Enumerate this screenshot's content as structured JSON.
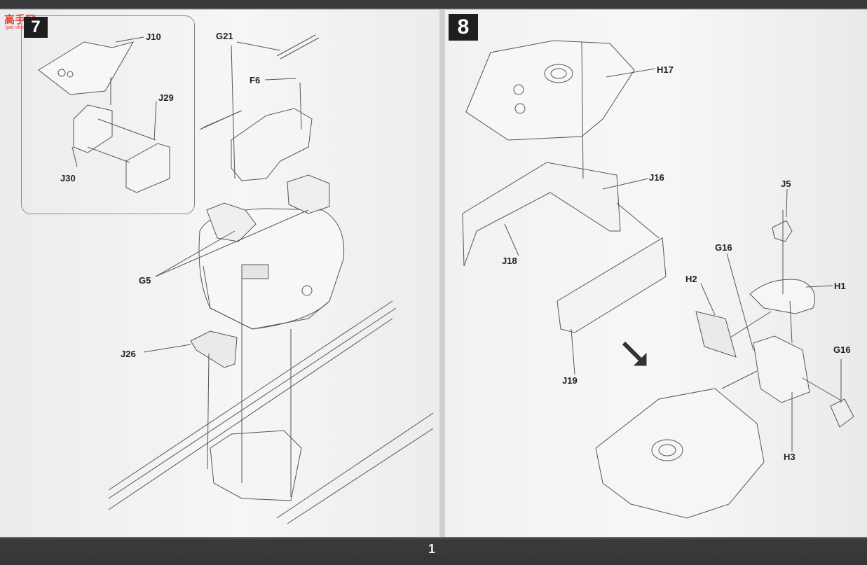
{
  "watermark": {
    "site": "高手网",
    "url": "gao-shou.com"
  },
  "left_page": {
    "step": "7",
    "inset_labels": [
      "J10",
      "J29",
      "J30"
    ],
    "labels": [
      "G21",
      "F6",
      "G5",
      "J26"
    ]
  },
  "right_page": {
    "step": "8",
    "labels": [
      "H17",
      "J16",
      "J18",
      "J19",
      "J5",
      "G16",
      "H2",
      "H1",
      "G16",
      "H3"
    ]
  },
  "folio": "1"
}
